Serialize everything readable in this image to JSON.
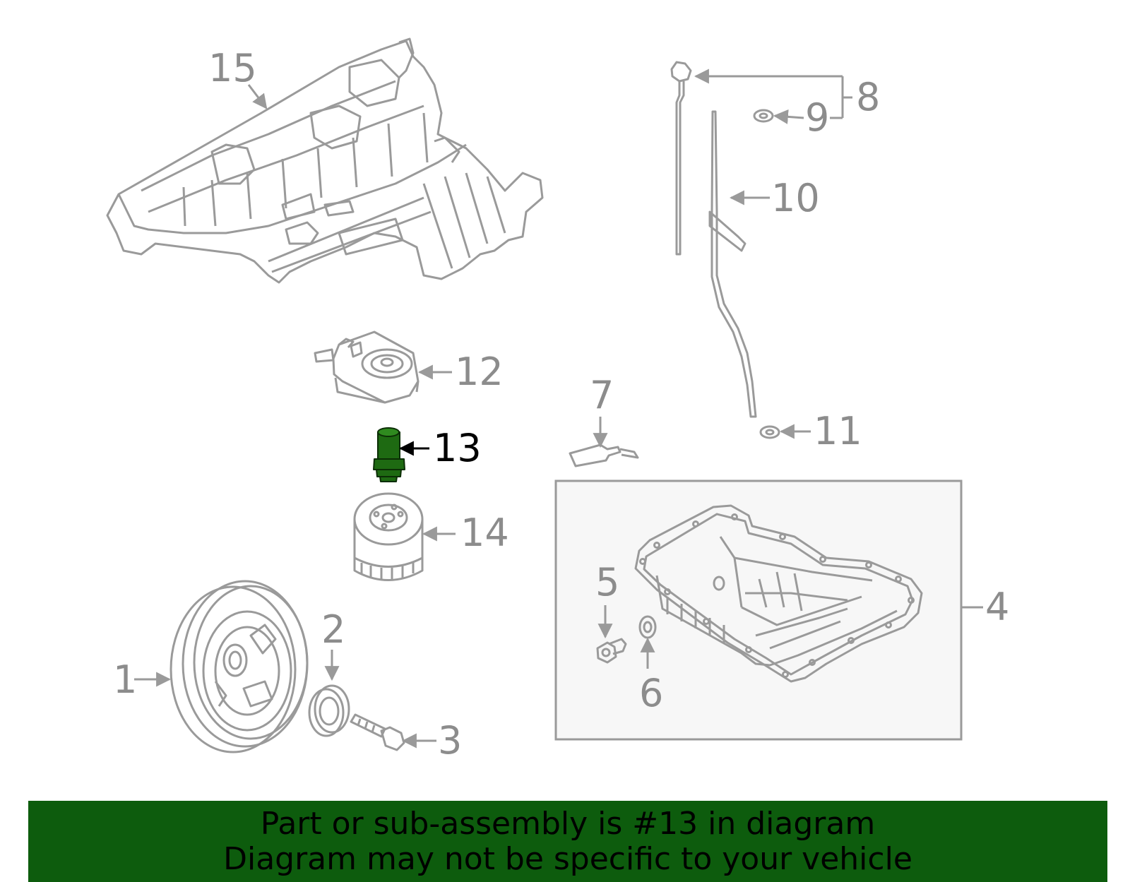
{
  "colors": {
    "line": "#9a9a9a",
    "callout": "#8c8c8c",
    "highlight_part": "#1e6a12",
    "highlight_text": "#000000",
    "banner_bg": "#0d5c0d",
    "kit_box_fill": "#f7f7f7"
  },
  "diagram": {
    "highlighted_part": "13",
    "callouts": {
      "c1": "1",
      "c2": "2",
      "c3": "3",
      "c4": "4",
      "c5": "5",
      "c6": "6",
      "c7": "7",
      "c8": "8",
      "c9": "9",
      "c10": "10",
      "c11": "11",
      "c12": "12",
      "c13": "13",
      "c14": "14",
      "c15": "15"
    }
  },
  "banner": {
    "line1": "Part or sub-assembly is #13 in diagram",
    "line2": "Diagram may not be specific to your vehicle"
  }
}
